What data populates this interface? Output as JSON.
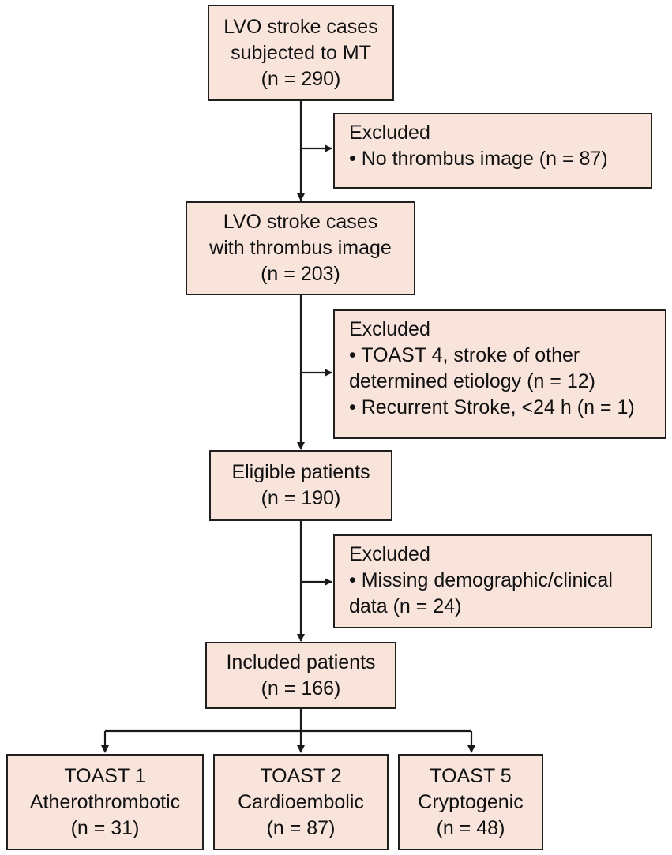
{
  "flowchart": {
    "initial": {
      "lines": [
        "LVO stroke cases",
        "subjected to MT",
        "(n = 290)"
      ]
    },
    "exclusion_1": {
      "heading": "Excluded",
      "items": [
        [
          "• No thrombus image (n = 87)"
        ]
      ]
    },
    "thrombus": {
      "lines": [
        "LVO stroke cases",
        "with thrombus image",
        "(n = 203)"
      ]
    },
    "exclusion_2": {
      "heading": "Excluded",
      "items": [
        [
          "• TOAST 4, stroke of other",
          "determined etiology (n = 12)"
        ],
        [
          "• Recurrent Stroke, <24 h (n = 1)"
        ]
      ]
    },
    "eligible": {
      "lines": [
        "Eligible patients",
        "(n = 190)"
      ]
    },
    "exclusion_3": {
      "heading": "Excluded",
      "items": [
        [
          "• Missing demographic/clinical",
          "data (n = 24)"
        ]
      ]
    },
    "included": {
      "lines": [
        "Included patients",
        "(n = 166)"
      ]
    },
    "groups": [
      {
        "lines": [
          "TOAST 1",
          "Atherothrombotic",
          "(n = 31)"
        ]
      },
      {
        "lines": [
          "TOAST 2",
          "Cardioembolic",
          "(n = 87)"
        ]
      },
      {
        "lines": [
          "TOAST 5",
          "Cryptogenic",
          "(n = 48)"
        ]
      }
    ]
  },
  "colors": {
    "box_fill": "#f9e4dc",
    "box_border": "#1f1f1f",
    "arrow": "#1a1a1a"
  }
}
